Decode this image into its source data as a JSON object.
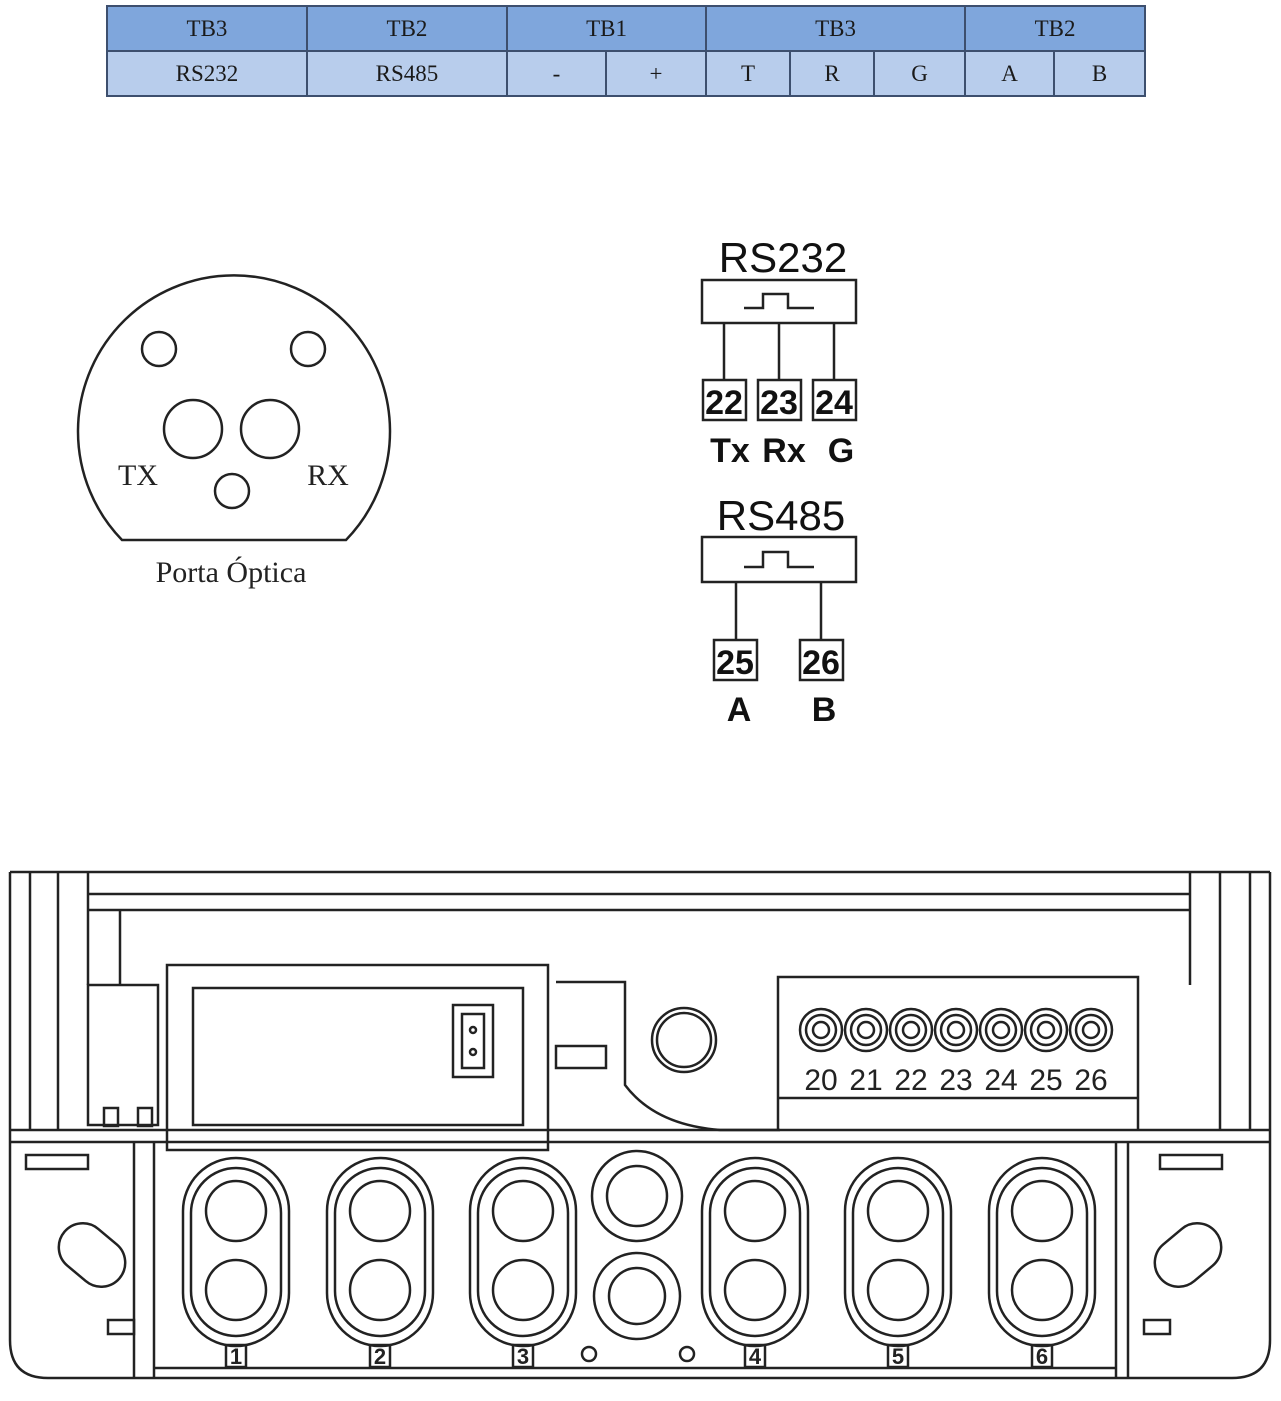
{
  "table": {
    "headers": [
      {
        "label": "TB3",
        "span": 1
      },
      {
        "label": "TB2",
        "span": 1
      },
      {
        "label": "TB1",
        "span": 2
      },
      {
        "label": "TB3",
        "span": 3
      },
      {
        "label": "TB2",
        "span": 2
      }
    ],
    "cells": [
      "RS232",
      "RS485",
      "-",
      "+",
      "T",
      "R",
      "G",
      "A",
      "B"
    ]
  },
  "optical_port": {
    "tx_label": "TX",
    "rx_label": "RX",
    "caption": "Porta Óptica"
  },
  "rs232": {
    "title": "RS232",
    "terminals": [
      "22",
      "23",
      "24"
    ],
    "signals": [
      "Tx",
      "Rx",
      "G"
    ]
  },
  "rs485": {
    "title": "RS485",
    "terminals": [
      "25",
      "26"
    ],
    "signals": [
      "A",
      "B"
    ]
  },
  "terminal_block": {
    "numbers": [
      "20",
      "21",
      "22",
      "23",
      "24",
      "25",
      "26"
    ]
  },
  "glands": {
    "numbers": [
      "1",
      "2",
      "3",
      "4",
      "5",
      "6"
    ]
  }
}
